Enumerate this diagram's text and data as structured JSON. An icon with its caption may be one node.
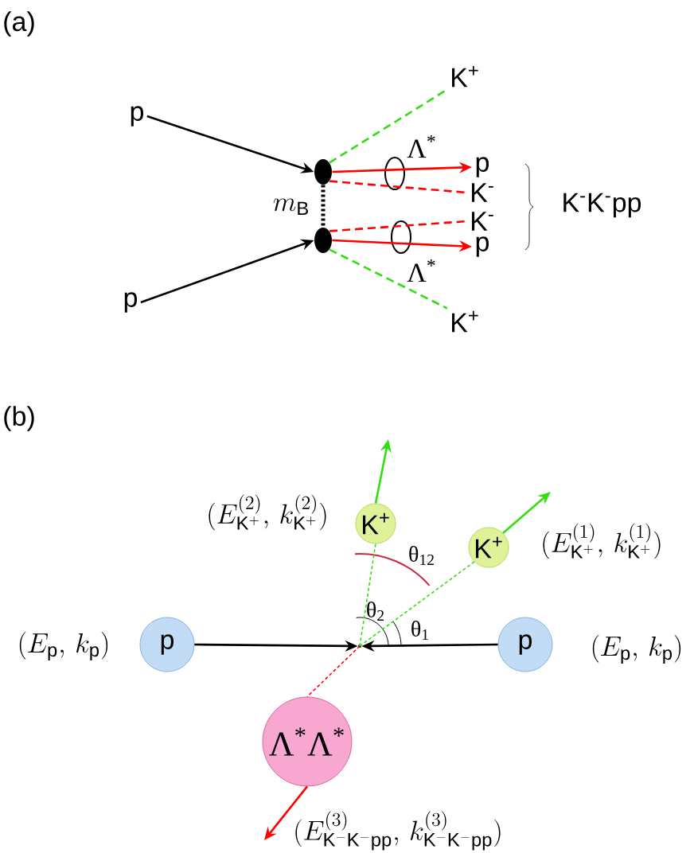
{
  "diagram": {
    "nodes": [
      {
        "text": [
          "p"
        ]
      },
      {
        "text": [
          "p"
        ]
      },
      {
        "text": [],
        "shape": "circle"
      },
      {
        "text": [],
        "shape": "circle"
      },
      {
        "text": [
          "K$^{+}$"
        ]
      },
      {
        "text": [
          "p"
        ]
      },
      {
        "text": [
          "K$^{-}$"
        ]
      },
      {
        "text": [
          "K$^{-}$"
        ]
      },
      {
        "text": [
          "p"
        ]
      },
      {
        "text": [
          "K$^{+}$"
        ]
      },
      {
        "text": [
          "p"
        ],
        "beside": [
          "(E_{\\mathrm{p}},\\, k_{\\mathrm{p}})"
        ]
      },
      {
        "text": [
          "p"
        ],
        "beside": [
          "(E_{\\mathrm{p}},\\, k_{\\mathrm{p}})"
        ]
      },
      {
        "text": [
          "K$^{+}$"
        ],
        "beside": [
          "(E^{(2)}_{\\mathrm{K}^{+}},\\, k^{(2)}_{\\mathrm{K}^{+}})"
        ]
      },
      {
        "text": [
          "K$^{+}$"
        ],
        "beside": [
          "(E^{(1)}_{\\mathrm{K}^{+}},\\, k^{(1)}_{\\mathrm{K}^{+}})"
        ]
      },
      {
        "text": [
          "Λ$^{*}$Λ$^{*}$"
        ],
        "beside": [
          "(E^{(3)}_{\\mathrm{K}^{-}\\mathrm{K}^{-}\\mathrm{pp}},\\, k^{(3)}_{\\mathrm{K}^{-}\\mathrm{K}^{-}\\mathrm{pp}})"
        ]
      },
      {
        "text": [],
        "shape": "point"
      }
    ],
    "edges": [
      {
        "from": 0,
        "to": 2,
        "arrow": "to",
        "color": "#000000"
      },
      {
        "from": 1,
        "to": 3,
        "arrow": "to",
        "color": "#000000"
      },
      {
        "from": 2,
        "to": 3,
        "arrow": "none",
        "style": "dashed",
        "color": "#000000",
        "label": "m_{\\mathrm{B}}"
      },
      {
        "from": 2,
        "to": 4,
        "arrow": "none",
        "style": "dashed",
        "color": "#33dd11"
      },
      {
        "from": 2,
        "to": 5,
        "arrow": "to",
        "color": "#ff0000"
      },
      {
        "from": 2,
        "to": 6,
        "arrow": "none",
        "style": "dashed",
        "color": "#ff0000"
      },
      {
        "from": 3,
        "to": 7,
        "arrow": "none",
        "style": "dashed",
        "color": "#ff0000"
      },
      {
        "from": 3,
        "to": 8,
        "arrow": "to",
        "color": "#ff0000"
      },
      {
        "from": 3,
        "to": 9,
        "arrow": "none",
        "style": "dashed",
        "color": "#33dd11"
      },
      {
        "from": 10,
        "to": 15,
        "arrow": "to",
        "color": "#000000"
      },
      {
        "from": 11,
        "to": 15,
        "arrow": "to",
        "color": "#000000"
      },
      {
        "from": 15,
        "to": 12,
        "arrow": "none",
        "style": "dashed",
        "color": "#33dd11"
      },
      {
        "from": 15,
        "to": 13,
        "arrow": "none",
        "style": "dashed",
        "color": "#33dd11"
      },
      {
        "from": 15,
        "to": 14,
        "arrow": "none",
        "style": "dashed",
        "color": "#ff0000"
      },
      {
        "from": 12,
        "to": null,
        "arrow": "to",
        "color": "#33dd11"
      },
      {
        "from": 13,
        "to": null,
        "arrow": "to",
        "color": "#33dd11"
      },
      {
        "from": 14,
        "to": null,
        "arrow": "to",
        "color": "#ff0000"
      }
    ],
    "labels": [
      "(a)",
      "Λ$^{*}$",
      "Λ$^{*}$",
      "K$^{-}$K$^{-}$pp",
      "(b)",
      "θ$_{12}$",
      "θ$_{2}$",
      "θ$_{1}$"
    ]
  }
}
